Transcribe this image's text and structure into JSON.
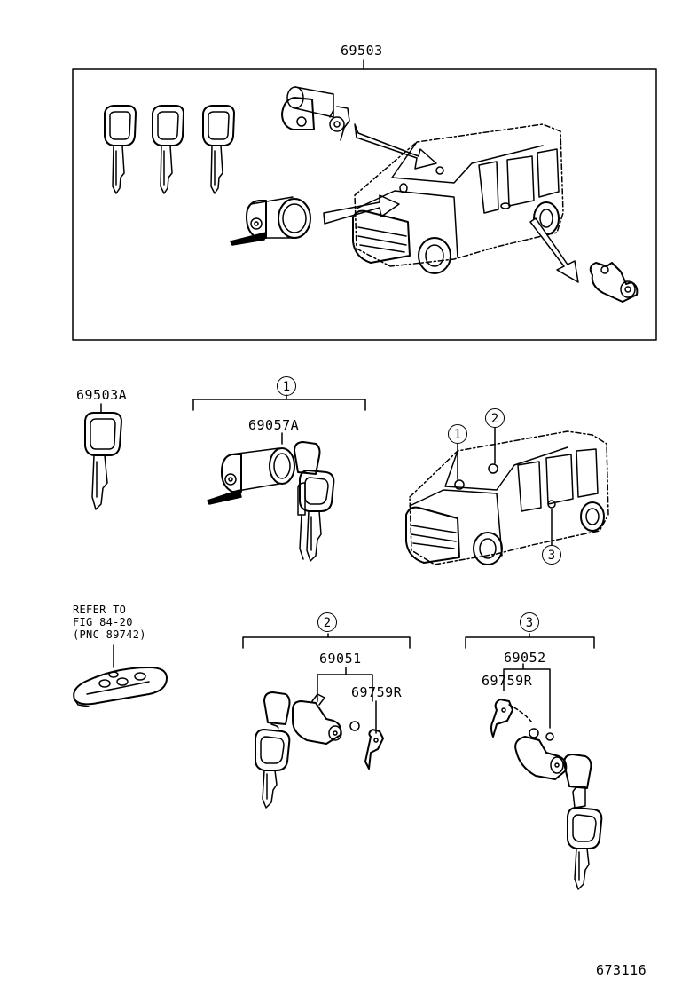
{
  "labels": {
    "assembly": "69503",
    "key_blank": "69503A",
    "ignition_cyl": "69057A",
    "door_lock_set": "69051",
    "door_cyl_left": "69759R",
    "back_door_set": "69052",
    "back_door_cyl": "69759R",
    "refer_line1": "REFER TO",
    "refer_line2": "FIG 84-20",
    "refer_line3": "(PNC 89742)",
    "figure_number": "673116"
  },
  "callouts": {
    "c1": "1",
    "c2": "2",
    "c3": "3",
    "car_c1": "1",
    "car_c2": "2",
    "car_c3": "3"
  }
}
